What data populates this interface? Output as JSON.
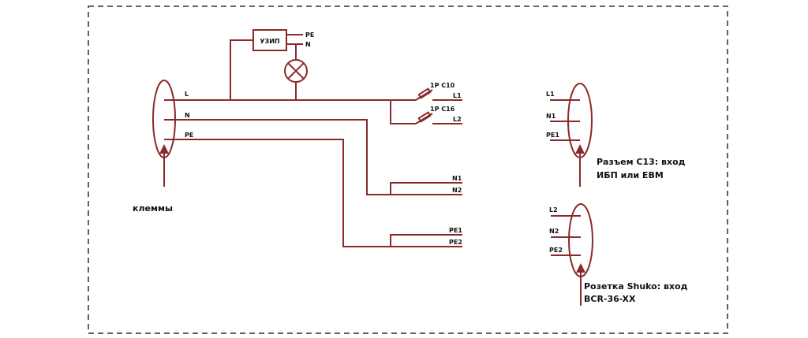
{
  "colors": {
    "wire": "#8b2a2a",
    "frame": "#1f2d4f",
    "text": "#111111"
  },
  "frame": {
    "style": "dashed"
  },
  "input_terminal": {
    "caption": "клеммы",
    "conductors": [
      "L",
      "N",
      "PE"
    ]
  },
  "surge_protector": {
    "label": "УЗИП",
    "outputs": [
      "PE",
      "N"
    ],
    "indicator": "lamp-icon"
  },
  "breakers": [
    {
      "label": "1P C10",
      "output": "L1"
    },
    {
      "label": "1P C16",
      "output": "L2"
    }
  ],
  "neutral_outputs": [
    "N1",
    "N2"
  ],
  "earth_outputs": [
    "PE1",
    "PE2"
  ],
  "connectors": [
    {
      "conductors": [
        "L1",
        "N1",
        "PE1"
      ],
      "caption_line1": "Разъем С13: вход",
      "caption_line2": "ИБП или ЕВМ"
    },
    {
      "conductors": [
        "L2",
        "N2",
        "PE2"
      ],
      "caption_line1": "Розетка Shuko: вход",
      "caption_line2": "BCR-36-XX"
    }
  ]
}
